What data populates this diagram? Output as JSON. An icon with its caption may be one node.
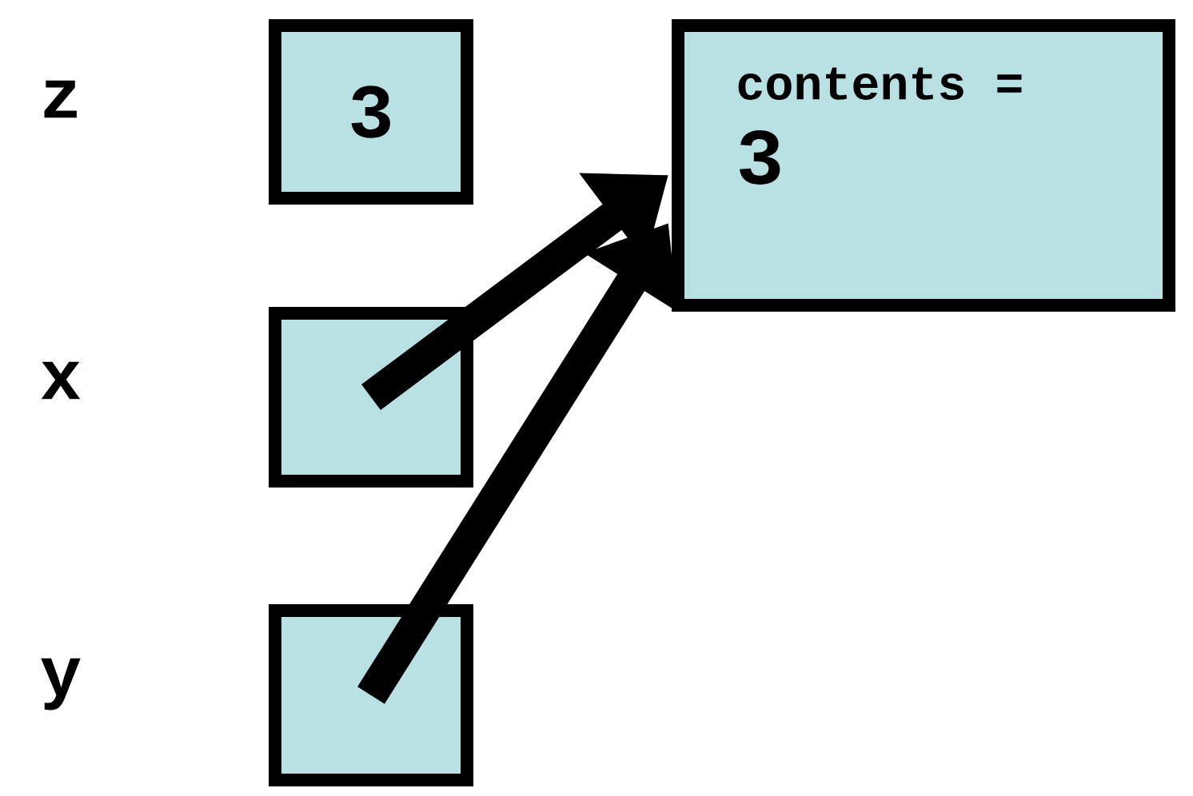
{
  "diagram": {
    "nodes": [
      {
        "text": [
          "3"
        ]
      },
      {
        "text": [
          "contents =",
          "3"
        ]
      },
      {
        "text": [],
        "shape": "box"
      },
      {
        "text": [],
        "shape": "box"
      }
    ],
    "edges": [
      {
        "from": 2,
        "to": 1,
        "arrow": "to"
      },
      {
        "from": 3,
        "to": 1,
        "arrow": "to"
      }
    ],
    "labels": [
      "z",
      "x",
      "y"
    ]
  }
}
